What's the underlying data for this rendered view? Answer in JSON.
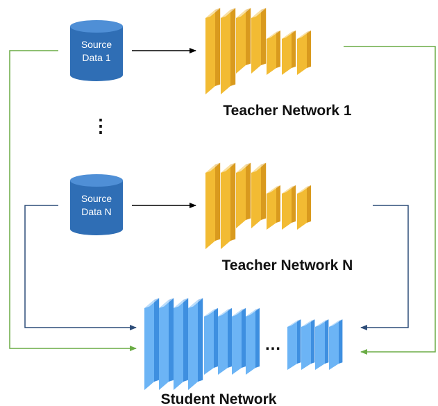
{
  "sources": [
    {
      "line1": "Source",
      "line2": "Data 1"
    },
    {
      "line1": "Source",
      "line2": "Data N"
    }
  ],
  "teachers": [
    {
      "title": "Teacher Network 1"
    },
    {
      "title": "Teacher Network N"
    }
  ],
  "student": {
    "title": "Student Network",
    "ellipsis": "…"
  },
  "vertical_ellipsis": "⋮",
  "colors": {
    "database": "#2f6eb5",
    "database_top": "#4f8fd6",
    "teacher_layer": "#f2bb33",
    "teacher_layer_dark": "#d99a1e",
    "student_layer": "#6cb4f5",
    "student_layer_dark": "#3e8fe0",
    "green_line": "#6aac45",
    "blue_line": "#2d4d78",
    "black_arrow": "#000000"
  }
}
